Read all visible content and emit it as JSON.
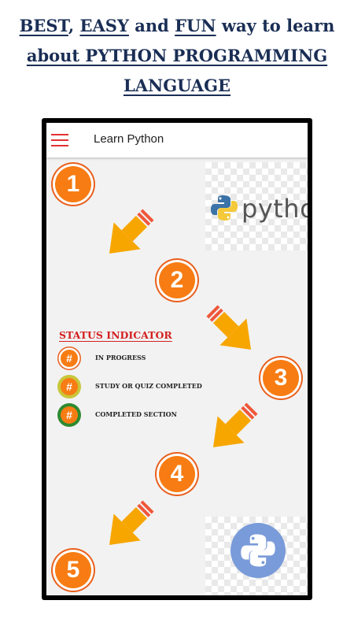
{
  "promo": {
    "line1": {
      "w1": "BEST",
      "s1": ", ",
      "w2": "EASY",
      "s2": " and ",
      "w3": "FUN",
      "s3": " way to learn"
    },
    "line2": "about PYTHON PROGRAMMING",
    "line3": "LANGUAGE"
  },
  "app": {
    "title": "Learn Python",
    "menu_icon": "hamburger-menu-icon",
    "logo_text": "python"
  },
  "steps": [
    "1",
    "2",
    "3",
    "4",
    "5"
  ],
  "status": {
    "title": "STATUS INDICATOR",
    "items": [
      {
        "symbol": "#",
        "label": "IN PROGRESS",
        "ring_color": "#ffffff"
      },
      {
        "symbol": "#",
        "label": "STUDY OR QUIZ COMPLETED",
        "ring_color": "#c9c63a"
      },
      {
        "symbol": "#",
        "label": "COMPLETED SECTION",
        "ring_color": "#2f8a2f"
      }
    ]
  },
  "colors": {
    "accent_orange": "#f77c13",
    "arrow_fill": "#f7a600",
    "arrow_stripes": "#f0563a",
    "menu_red": "#e23232",
    "title_red": "#d42020",
    "promo_navy": "#1a2e55",
    "badge_blue": "#7a9bd9"
  }
}
